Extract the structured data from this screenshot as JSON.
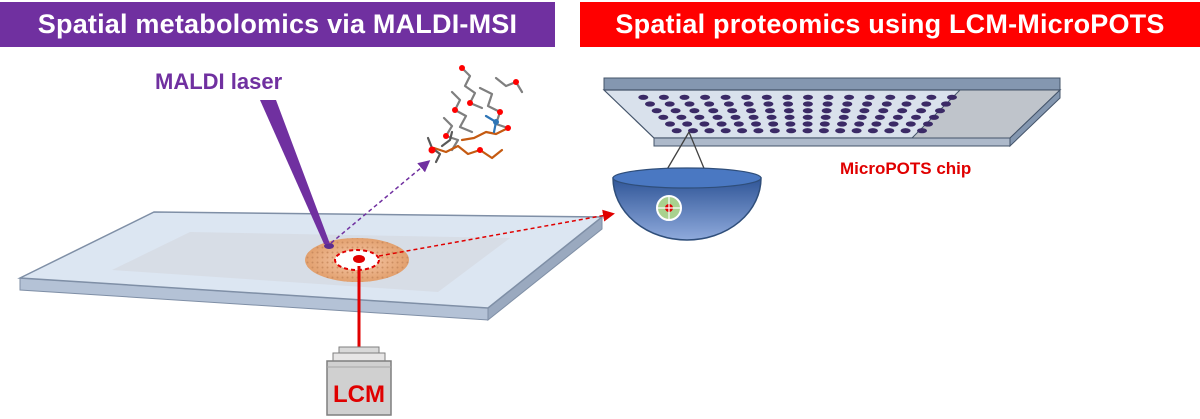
{
  "headers": {
    "left": "Spatial metabolomics via MALDI-MSI",
    "right": "Spatial proteomics using LCM-MicroPOTS"
  },
  "labels": {
    "maldi_laser": "MALDI laser",
    "chip": "MicroPOTS chip",
    "lcm": "LCM"
  },
  "colors": {
    "maldi_purple": "#7030A0",
    "proteomics_red": "#FF0000",
    "slide_fill": "#DCE6F2",
    "slide_edge": "#7F8FA6",
    "tissue": "#F4B183",
    "droplet_blue": "#4A78C2"
  },
  "icons": {
    "laser": "laser-beam",
    "molecules": "ion-cluster",
    "chip": "microfluidic-chip",
    "droplet": "hemisphere-droplet",
    "microscope": "objective-lens"
  }
}
